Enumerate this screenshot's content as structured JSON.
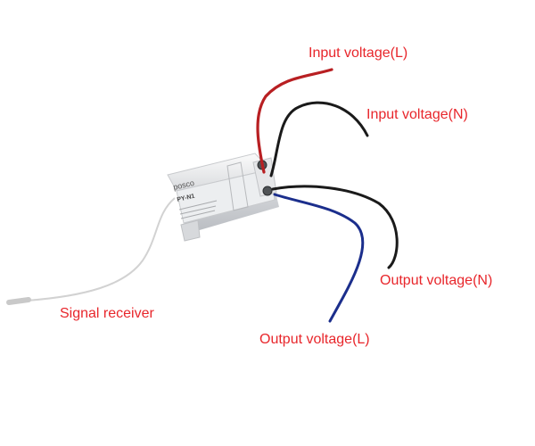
{
  "colors": {
    "label": "#e8262b",
    "wire_red": "#b81f22",
    "wire_black": "#1a1a1a",
    "wire_blue": "#1b2e8c",
    "wire_white": "#dcdcdc",
    "module_body": "#f0f1f2"
  },
  "device": {
    "brand": "posco",
    "model": "PY-N1"
  },
  "labels": {
    "input_l": "Input voltage(L)",
    "input_n": "Input voltage(N)",
    "output_n": "Output voltage(N)",
    "output_l": "Output voltage(L)",
    "signal": "Signal receiver"
  }
}
